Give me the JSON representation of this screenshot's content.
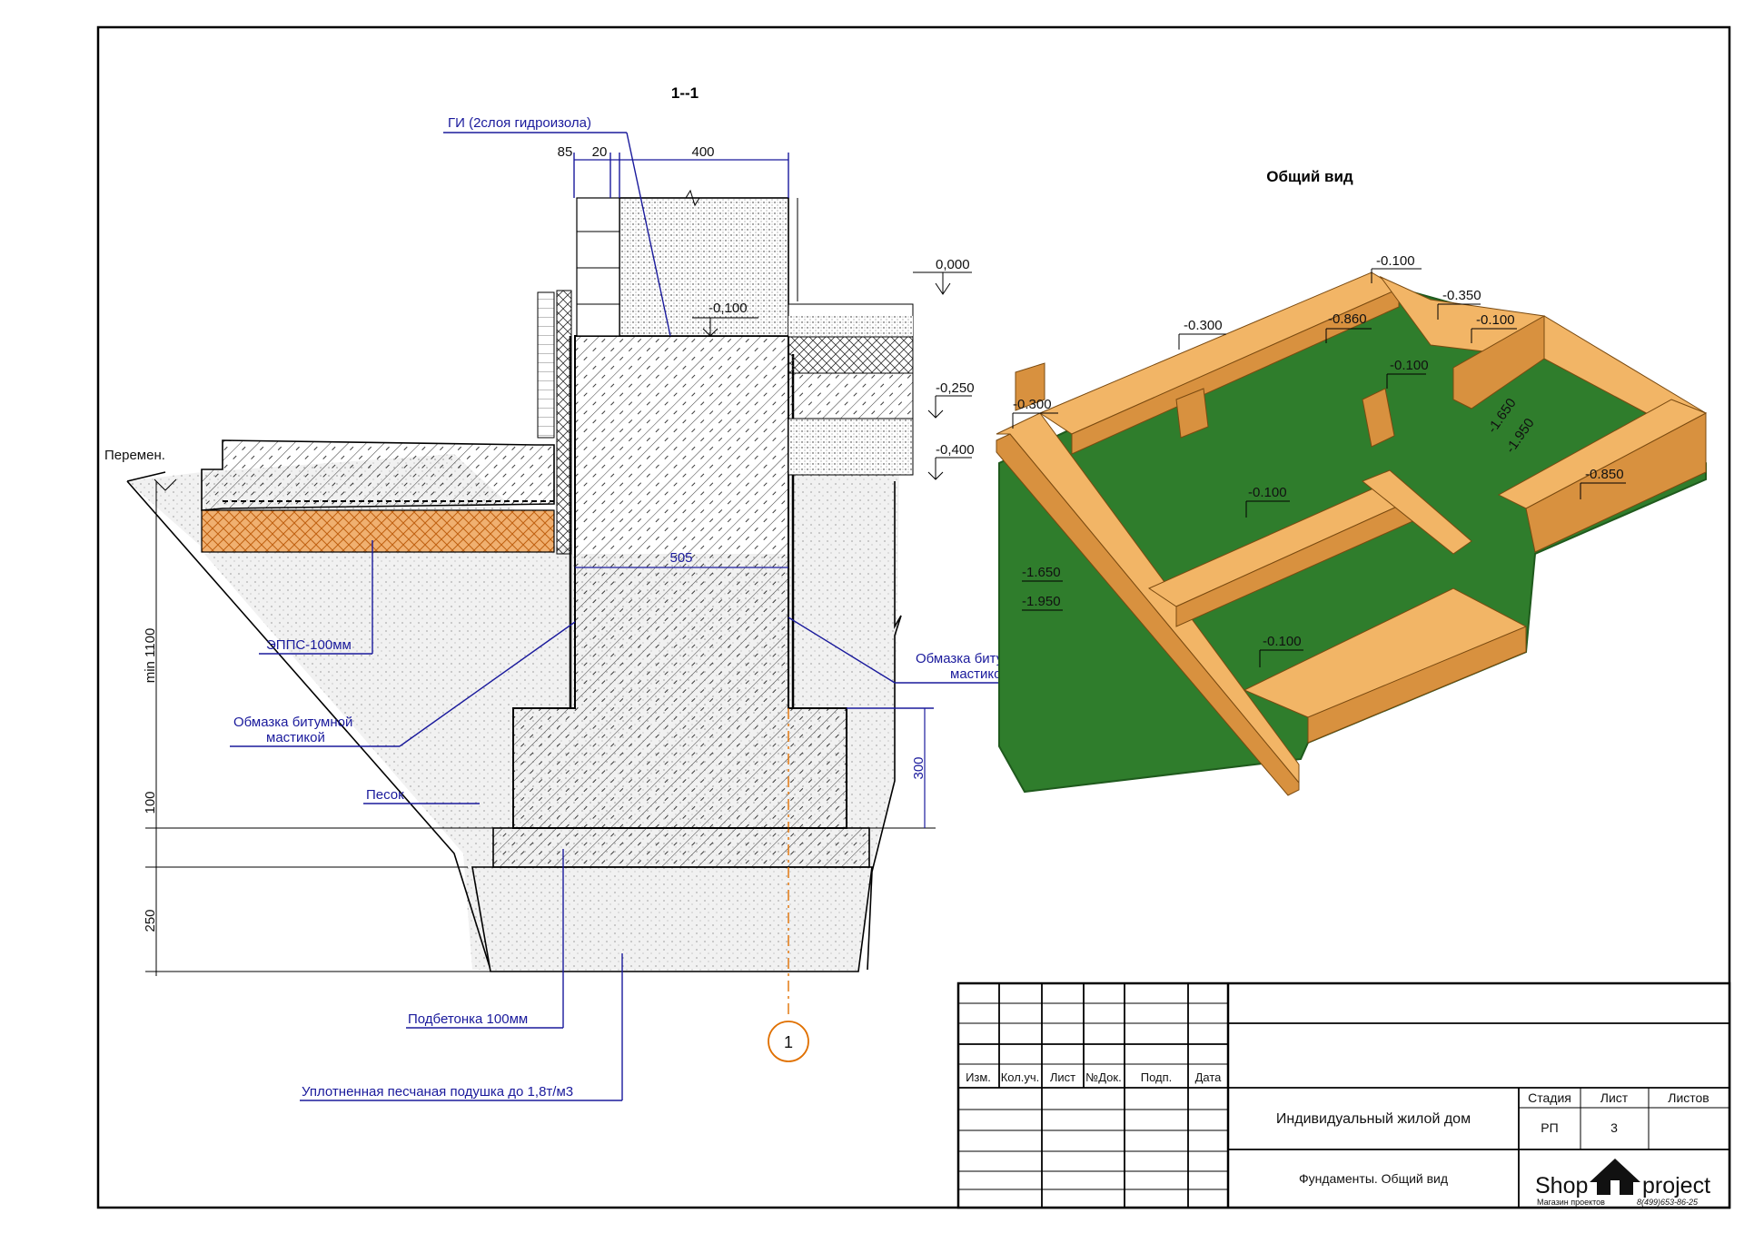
{
  "section": {
    "title": "1--1",
    "callouts": {
      "gi": "ГИ (2слоя гидроизола)",
      "permen": "Перемен.",
      "epps": "ЭППС-100мм",
      "mastic_left": [
        "Обмазка битумной",
        "мастикой"
      ],
      "mastic_right": [
        "Обмазка битумной",
        "мастикой"
      ],
      "sand": "Песок",
      "podbetonka": "Подбетонка 100мм",
      "cushion": "Уплотненная песчаная подушка до 1,8т/м3"
    },
    "dims": {
      "top_a": "85",
      "top_b": "20",
      "top_c": "400",
      "width": "505",
      "step": "300",
      "depth_min": "min 1100",
      "slab": "100",
      "cushion": "250"
    },
    "levels": [
      "0,000",
      "-0,100",
      "-0,250",
      "-0,400"
    ],
    "axis": "1"
  },
  "overview": {
    "title": "Общий вид",
    "marks": [
      "-0.100",
      "-0.350",
      "-0.300",
      "-0.860",
      "-0.100",
      "-0.100",
      "-1.650",
      "-1.950",
      "-0.300",
      "-0.100",
      "-0.850",
      "-1.650",
      "-1.950",
      "-0.100"
    ],
    "colors": {
      "wall": "#f2b566",
      "wall_side": "#d8913f",
      "slab": "#2f7d2c",
      "slab_dark": "#1f5a1d"
    }
  },
  "titleblock": {
    "headers": [
      "Изм.",
      "Кол.уч.",
      "Лист",
      "№Док.",
      "Подп.",
      "Дата"
    ],
    "stage_labels": [
      "Стадия",
      "Лист",
      "Листов"
    ],
    "stage_values": [
      "РП",
      "3",
      ""
    ],
    "project": "Индивидуальный жилой дом",
    "sheet_name": "Фундаменты. Общий вид",
    "logo_left": "Shop",
    "logo_right": "project",
    "logo_sub": "Магазин проектов",
    "logo_phone": "8(499)653-86-25"
  }
}
